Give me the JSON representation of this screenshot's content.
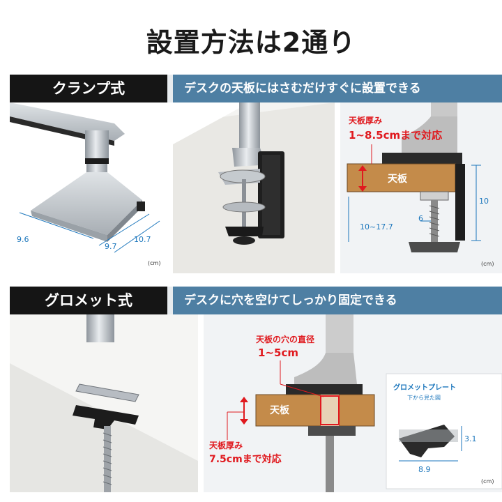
{
  "title": "設置方法は2通り",
  "clamp": {
    "tag": "クランプ式",
    "description": "デスクの天板にはさむだけすぐに設置できる",
    "base_dims": {
      "width": "9.6",
      "depth": "9.7",
      "side": "10.7",
      "unit": "(cm)"
    },
    "diagram": {
      "thickness_label": "天板厚み",
      "thickness_range": "1~8.5cmまで対応",
      "board_label": "天板",
      "dim_height": "10",
      "dim_span": "10~17.7",
      "dim_gap": "6",
      "unit": "(cm)"
    }
  },
  "grommet": {
    "tag": "グロメット式",
    "description": "デスクに穴を空けてしっかり固定できる",
    "diagram": {
      "hole_label": "天板の穴の直径",
      "hole_range": "1~5cm",
      "board_label": "天板",
      "thickness_label": "天板厚み",
      "thickness_range": "7.5cmまで対応"
    },
    "plate": {
      "title": "グロメットプレート",
      "subtitle": "下から見た図",
      "dim_width": "8.9",
      "dim_height": "3.1",
      "unit": "(cm)"
    }
  },
  "colors": {
    "accent_red": "#e0191e",
    "desc_blue": "#4e7fa3",
    "dim_blue": "#1b76bc",
    "wood": "#c48b4a"
  }
}
